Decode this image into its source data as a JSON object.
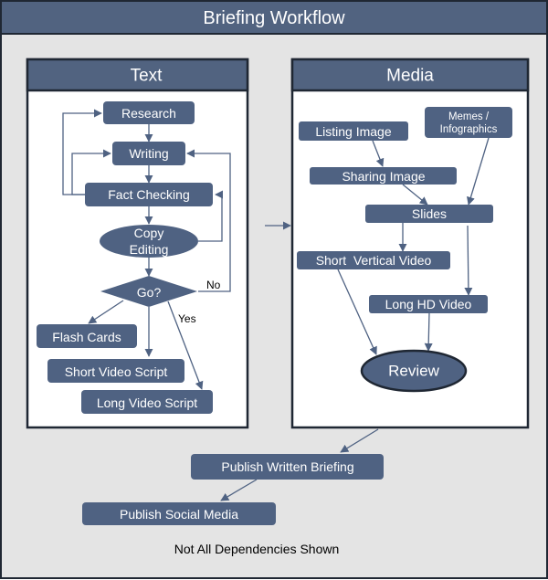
{
  "title": "Briefing Workflow",
  "colors": {
    "node_fill": "#4f6282",
    "header_fill": "#516380",
    "canvas_bg": "#e4e4e4",
    "panel_bg": "#ffffff",
    "border": "#1f2733",
    "arrow": "#4f6282"
  },
  "panels": {
    "text": {
      "title": "Text"
    },
    "media": {
      "title": "Media"
    }
  },
  "text_nodes": {
    "research": "Research",
    "writing": "Writing",
    "fact_checking": "Fact Checking",
    "copy_editing_line1": "Copy",
    "copy_editing_line2": "Editing",
    "go": "Go?",
    "flash_cards": "Flash Cards",
    "short_video_script": "Short Video Script",
    "long_video_script": "Long Video Script"
  },
  "edge_labels": {
    "no": "No",
    "yes": "Yes"
  },
  "media_nodes": {
    "listing_image": "Listing Image",
    "memes_line1": "Memes /",
    "memes_line2": "Infographics",
    "sharing_image": "Sharing Image",
    "slides": "Slides",
    "short_vertical_video": "Short  Vertical Video",
    "long_hd_video": "Long HD Video",
    "review": "Review"
  },
  "bottom_nodes": {
    "publish_written_briefing": "Publish Written Briefing",
    "publish_social_media": "Publish Social Media"
  },
  "footnote": "Not All Dependencies Shown"
}
